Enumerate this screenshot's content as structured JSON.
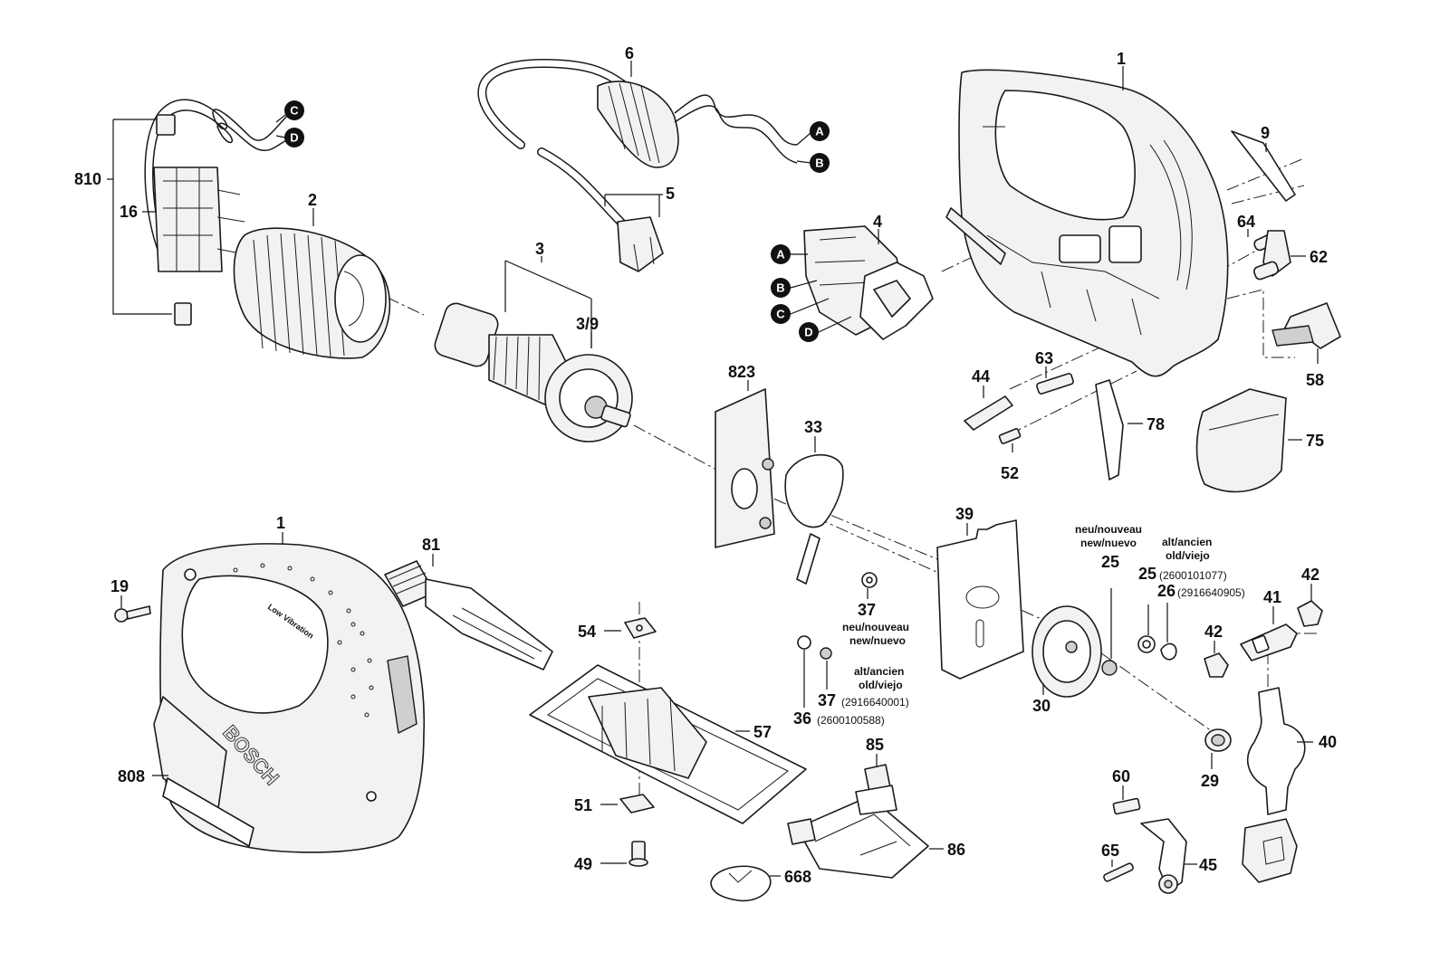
{
  "diagram": {
    "labels": {
      "p1_top": "1",
      "p2": "2",
      "p3": "3",
      "p3_9": "3/9",
      "p4": "4",
      "p5": "5",
      "p6": "6",
      "p9": "9",
      "p16": "16",
      "p810": "810",
      "p64": "64",
      "p62": "62",
      "p58": "58",
      "p44": "44",
      "p63": "63",
      "p78": "78",
      "p52": "52",
      "p75": "75",
      "p823": "823",
      "p33": "33",
      "p39": "39",
      "p1_bottom": "1",
      "p19": "19",
      "p81": "81",
      "p54": "54",
      "p57": "57",
      "p51": "51",
      "p49": "49",
      "p668": "668",
      "p85": "85",
      "p86": "86",
      "p808": "808",
      "p37_top": "37",
      "p37_bottom": "37",
      "p36": "36",
      "p25_new": "25",
      "p25_old": "25",
      "p26": "26",
      "p42_left": "42",
      "p42_right": "42",
      "p41": "41",
      "p40": "40",
      "p30": "30",
      "p29": "29",
      "p60": "60",
      "p65": "65",
      "p45": "45"
    },
    "notes": {
      "new_l1": "neu/nouveau",
      "new_l2": "new/nuevo",
      "old_l1": "alt/ancien",
      "old_l2": "old/viejo",
      "new25_l1": "neu/nouveau",
      "new25_l2": "new/nuevo",
      "old25_l1": "alt/ancien",
      "old25_l2": "old/viejo",
      "code_25_old": "(2600101077)",
      "code_26": "(2916640905)",
      "code_37_old": "(2916640001)",
      "code_36": "(2600100588)"
    },
    "markers": {
      "c_top": "C",
      "d_top": "D",
      "a_cable": "A",
      "b_cable": "B",
      "a_switch": "A",
      "b_switch": "B",
      "c_switch": "C",
      "d_switch": "D"
    },
    "branding": {
      "housing_logo": "BOSCH",
      "housing_text": "Low Vibration"
    }
  }
}
